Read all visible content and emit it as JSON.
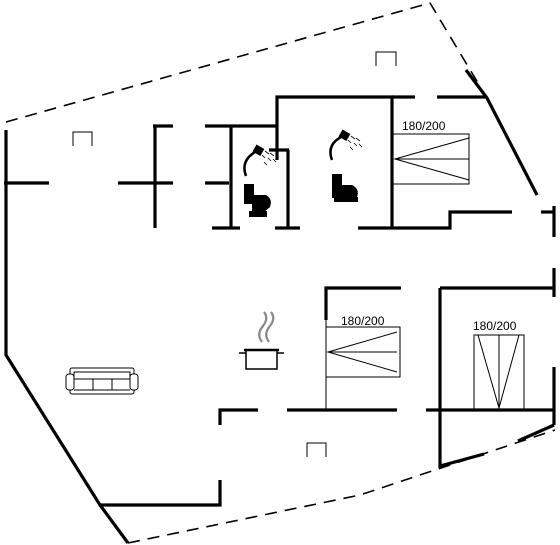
{
  "floor_plan": {
    "beds": [
      {
        "size_label": "180/200"
      },
      {
        "size_label": "180/200"
      },
      {
        "size_label": "180/200"
      }
    ],
    "icons": [
      "window-icon",
      "window-icon",
      "window-icon",
      "shower-icon",
      "toilet-icon",
      "shower-icon",
      "toilet-icon",
      "cooking-pot-icon",
      "sofa-icon"
    ]
  }
}
